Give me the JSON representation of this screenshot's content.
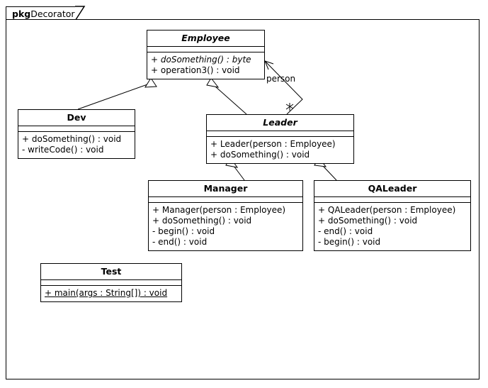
{
  "package": {
    "keyword": "pkg",
    "name": "Decorator"
  },
  "classes": [
    {
      "id": "employee",
      "name": "Employee",
      "abstract": true,
      "operations": [
        {
          "text": "+ doSomething() : byte",
          "abstract": true,
          "static": false
        },
        {
          "text": "+ operation3() : void",
          "abstract": false,
          "static": false
        }
      ]
    },
    {
      "id": "dev",
      "name": "Dev",
      "abstract": false,
      "operations": [
        {
          "text": "+ doSomething() : void",
          "abstract": false,
          "static": false
        },
        {
          "text": "- writeCode() : void",
          "abstract": false,
          "static": false
        }
      ]
    },
    {
      "id": "leader",
      "name": "Leader",
      "abstract": true,
      "operations": [
        {
          "text": "+ Leader(person : Employee)",
          "abstract": false,
          "static": false
        },
        {
          "text": "+ doSomething() : void",
          "abstract": false,
          "static": false
        }
      ]
    },
    {
      "id": "manager",
      "name": "Manager",
      "abstract": false,
      "operations": [
        {
          "text": "+ Manager(person : Employee)",
          "abstract": false,
          "static": false
        },
        {
          "text": "+ doSomething() : void",
          "abstract": false,
          "static": false
        },
        {
          "text": "- begin() : void",
          "abstract": false,
          "static": false
        },
        {
          "text": "- end() : void",
          "abstract": false,
          "static": false
        }
      ]
    },
    {
      "id": "qaleader",
      "name": "QALeader",
      "abstract": false,
      "operations": [
        {
          "text": "+ QALeader(person : Employee)",
          "abstract": false,
          "static": false
        },
        {
          "text": "+ doSomething() : void",
          "abstract": false,
          "static": false
        },
        {
          "text": "- end() : void",
          "abstract": false,
          "static": false
        },
        {
          "text": "- begin() : void",
          "abstract": false,
          "static": false
        }
      ]
    },
    {
      "id": "test",
      "name": "Test",
      "abstract": false,
      "operations": [
        {
          "text": "+ main(args : String[]) : void",
          "abstract": false,
          "static": true
        }
      ]
    }
  ],
  "relationships": [
    {
      "id": "dev-employee",
      "type": "generalization",
      "from": "Dev",
      "to": "Employee",
      "label": ""
    },
    {
      "id": "leader-employee",
      "type": "generalization",
      "from": "Leader",
      "to": "Employee",
      "label": ""
    },
    {
      "id": "leader-person-employee",
      "type": "association",
      "from": "Leader",
      "to": "Employee",
      "label": "person"
    },
    {
      "id": "manager-leader",
      "type": "generalization",
      "from": "Manager",
      "to": "Leader",
      "label": ""
    },
    {
      "id": "qaleader-leader",
      "type": "generalization",
      "from": "QALeader",
      "to": "Leader",
      "label": ""
    }
  ],
  "colors": {
    "line": "#000000",
    "fill": "#ffffff",
    "text": "#000000"
  }
}
